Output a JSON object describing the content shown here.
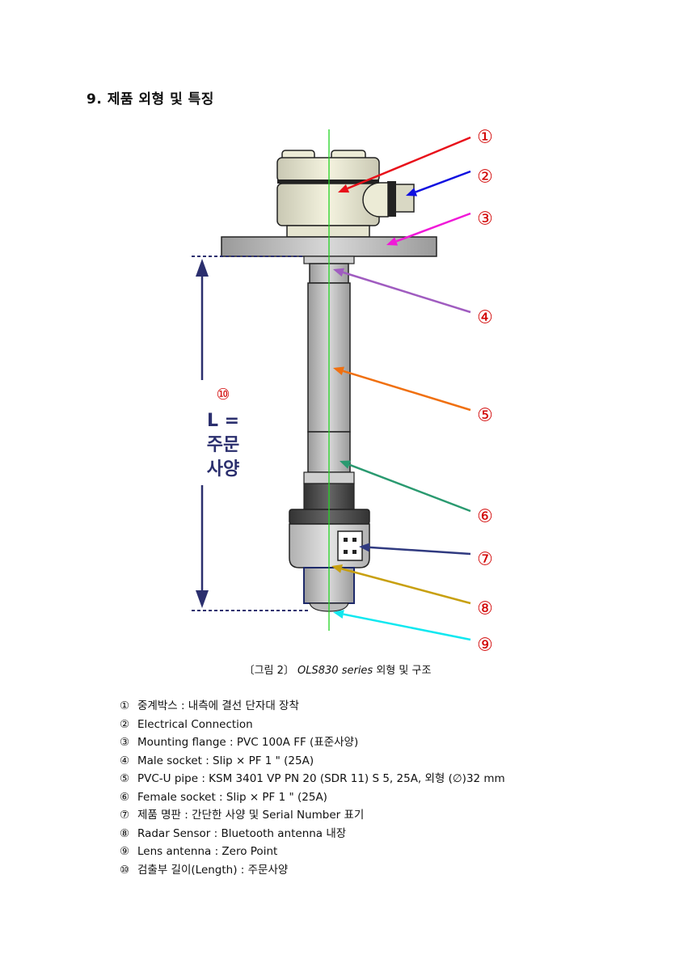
{
  "heading": "9. 제품 외형 및 특징",
  "figure": {
    "markers": [
      "①",
      "②",
      "③",
      "④",
      "⑤",
      "⑥",
      "⑦",
      "⑧",
      "⑨"
    ],
    "dimension": {
      "marker": "⑩",
      "line1": "L =",
      "line2": "주문",
      "line3": "사양"
    },
    "arrow_colors": [
      "#e8101a",
      "#1010e0",
      "#f019d8",
      "#a05cc0",
      "#f07010",
      "#2a9a70",
      "#303a80",
      "#c8a010",
      "#10e8f0"
    ]
  },
  "caption": {
    "prefix": "〔그림 2〕",
    "model": "OLS830 series",
    "suffix": "외형 및 구조"
  },
  "legend": [
    {
      "marker": "①",
      "text": "중계박스 : 내측에 결선 단자대 장착"
    },
    {
      "marker": "②",
      "text": "Electrical Connection"
    },
    {
      "marker": "③",
      "text": "Mounting flange : PVC 100A FF (표준사양)"
    },
    {
      "marker": "④",
      "text": "Male socket : Slip × PF 1 \" (25A)"
    },
    {
      "marker": "⑤",
      "text": "PVC-U pipe : KSM 3401 VP PN 20 (SDR 11) S 5, 25A, 외형 (∅)32 mm"
    },
    {
      "marker": "⑥",
      "text": "Female socket : Slip × PF 1 \" (25A)"
    },
    {
      "marker": "⑦",
      "text": "제품 명판 : 간단한 사양 및 Serial Number 표기"
    },
    {
      "marker": "⑧",
      "text": "Radar Sensor : Bluetooth antenna 내장"
    },
    {
      "marker": "⑨",
      "text": "Lens antenna : Zero Point"
    },
    {
      "marker": "⑩",
      "text": "검출부 길이(Length) : 주문사양"
    }
  ]
}
